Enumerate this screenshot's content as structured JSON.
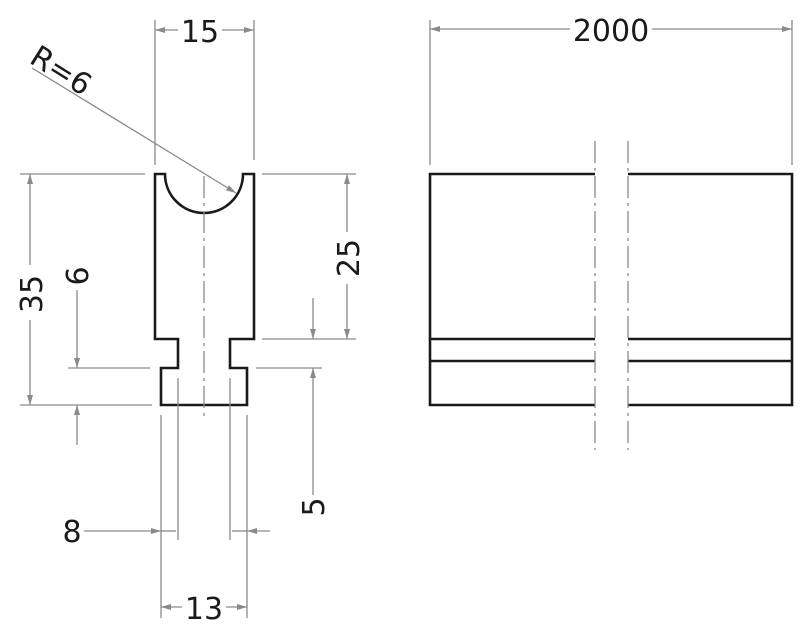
{
  "drawing": {
    "front_view": {
      "width_top": "15",
      "radius": "R=6",
      "total_height": "35",
      "step_height": "6",
      "upper_height": "25",
      "lower_step": "5",
      "neck_offset": "8",
      "base_width": "13"
    },
    "side_view": {
      "length": "2000"
    },
    "colors": {
      "object_line": "#1a1a1a",
      "dimension_line": "#8a8a8a"
    }
  }
}
